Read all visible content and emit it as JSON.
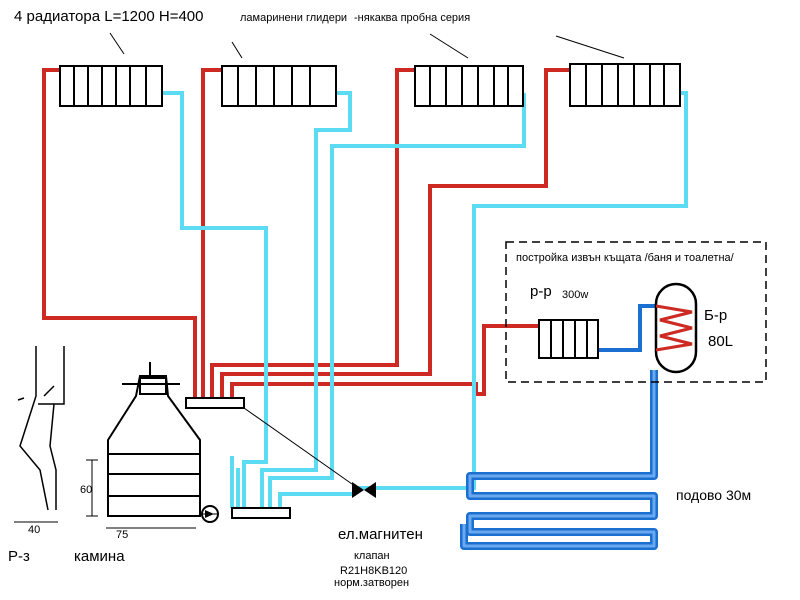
{
  "labels": {
    "title": "4 радиатора L=1200 H=400",
    "note_sheet": "ламаринени глидери",
    "note_series": "-някаква пробна серия",
    "annex": "постройка извън къщата /баня и тоалетна/",
    "radiator_small": "р-р",
    "radiator_power": "300w",
    "boiler": "Б-р",
    "boiler_volume": "80L",
    "floor_heating": "подово 30м",
    "valve": "ел.магнитен",
    "valve_sub": "клапан",
    "valve_model": "R21H8KB120",
    "valve_state": "норм.затворен",
    "chimney": "Р-з",
    "fireplace": "камина",
    "dim_40": "40",
    "dim_75": "75",
    "dim_60": "60"
  },
  "colors": {
    "hot": "#cc2a22",
    "return": "#5bdcf2",
    "loop": "#1a6fd0",
    "loop_light": "#6aa8f0",
    "outline": "#000000"
  },
  "icons": {
    "radiator": "radiator-icon",
    "boiler": "boiler-tank-icon",
    "pump": "pump-icon",
    "valve": "solenoid-valve-icon"
  }
}
